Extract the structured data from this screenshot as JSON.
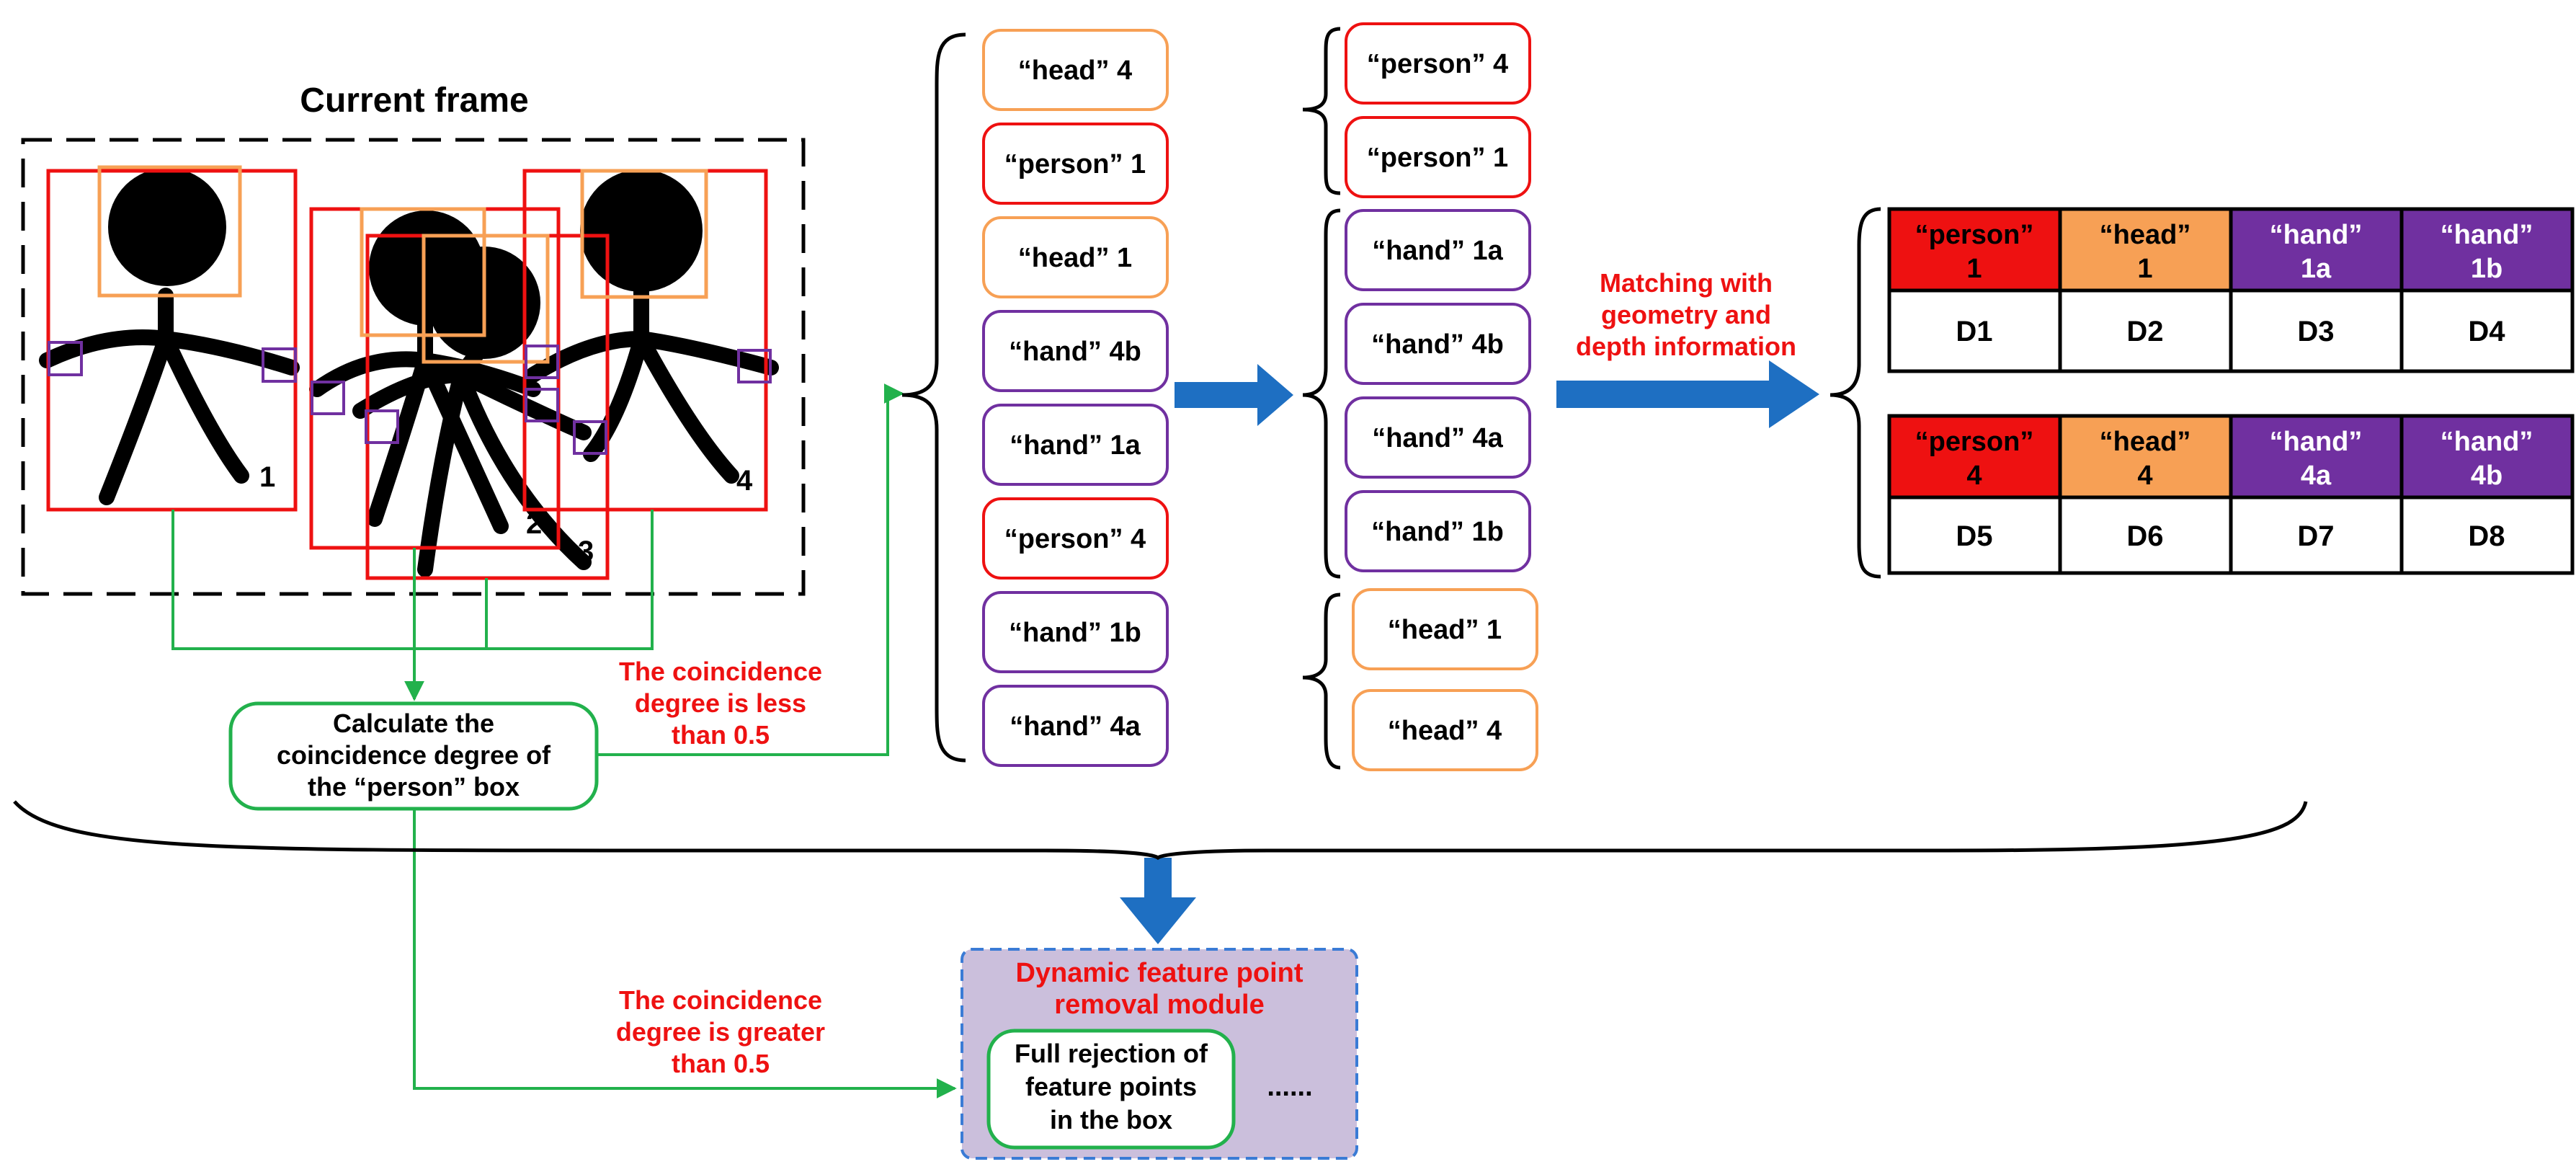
{
  "current_frame_title": "Current frame",
  "figure_numbers": [
    "1",
    "2",
    "3",
    "4"
  ],
  "calc_box": [
    "Calculate the",
    "coincidence degree of",
    "the  “person”  box"
  ],
  "less_label": [
    "The coincidence",
    "degree is less",
    "than 0.5"
  ],
  "greater_label": [
    "The coincidence",
    "degree is greater",
    "than 0.5"
  ],
  "unsorted_tags": [
    "“head” 4",
    "“person” 1",
    "“head” 1",
    "“hand” 4b",
    "“hand” 1a",
    "“person” 4",
    "“hand” 1b",
    "“hand” 4a"
  ],
  "sorted_groups": {
    "person": [
      "“person” 4",
      "“person” 1"
    ],
    "hand": [
      "“hand” 1a",
      "“hand” 4b",
      "“hand” 4a",
      "“hand” 1b"
    ],
    "head": [
      "“head” 1",
      "“head” 4"
    ]
  },
  "matching_label": [
    "Matching with",
    "geometry and",
    "depth information"
  ],
  "result_tables": [
    {
      "headers": [
        [
          "“person”",
          "1"
        ],
        [
          "“head”",
          "1"
        ],
        [
          "“hand”",
          "1a"
        ],
        [
          "“hand”",
          "1b"
        ]
      ],
      "values": [
        "D1",
        "D2",
        "D3",
        "D4"
      ]
    },
    {
      "headers": [
        [
          "“person”",
          "4"
        ],
        [
          "“head”",
          "4"
        ],
        [
          "“hand”",
          "4a"
        ],
        [
          "“hand”",
          "4b"
        ]
      ],
      "values": [
        "D5",
        "D6",
        "D7",
        "D8"
      ]
    }
  ],
  "module_title": [
    "Dynamic feature point",
    "removal module"
  ],
  "rejection_box": [
    "Full rejection of",
    "feature points",
    "in the box"
  ],
  "ellipsis": "......",
  "colors": {
    "person": "#ee1111",
    "head": "#f7a055",
    "hand": "#7030a0",
    "green": "#22b14c",
    "blue": "#1e6fc2",
    "red_text": "#ee1111",
    "module_fill": "#cbbfdc",
    "module_border": "#3a7bd5"
  }
}
